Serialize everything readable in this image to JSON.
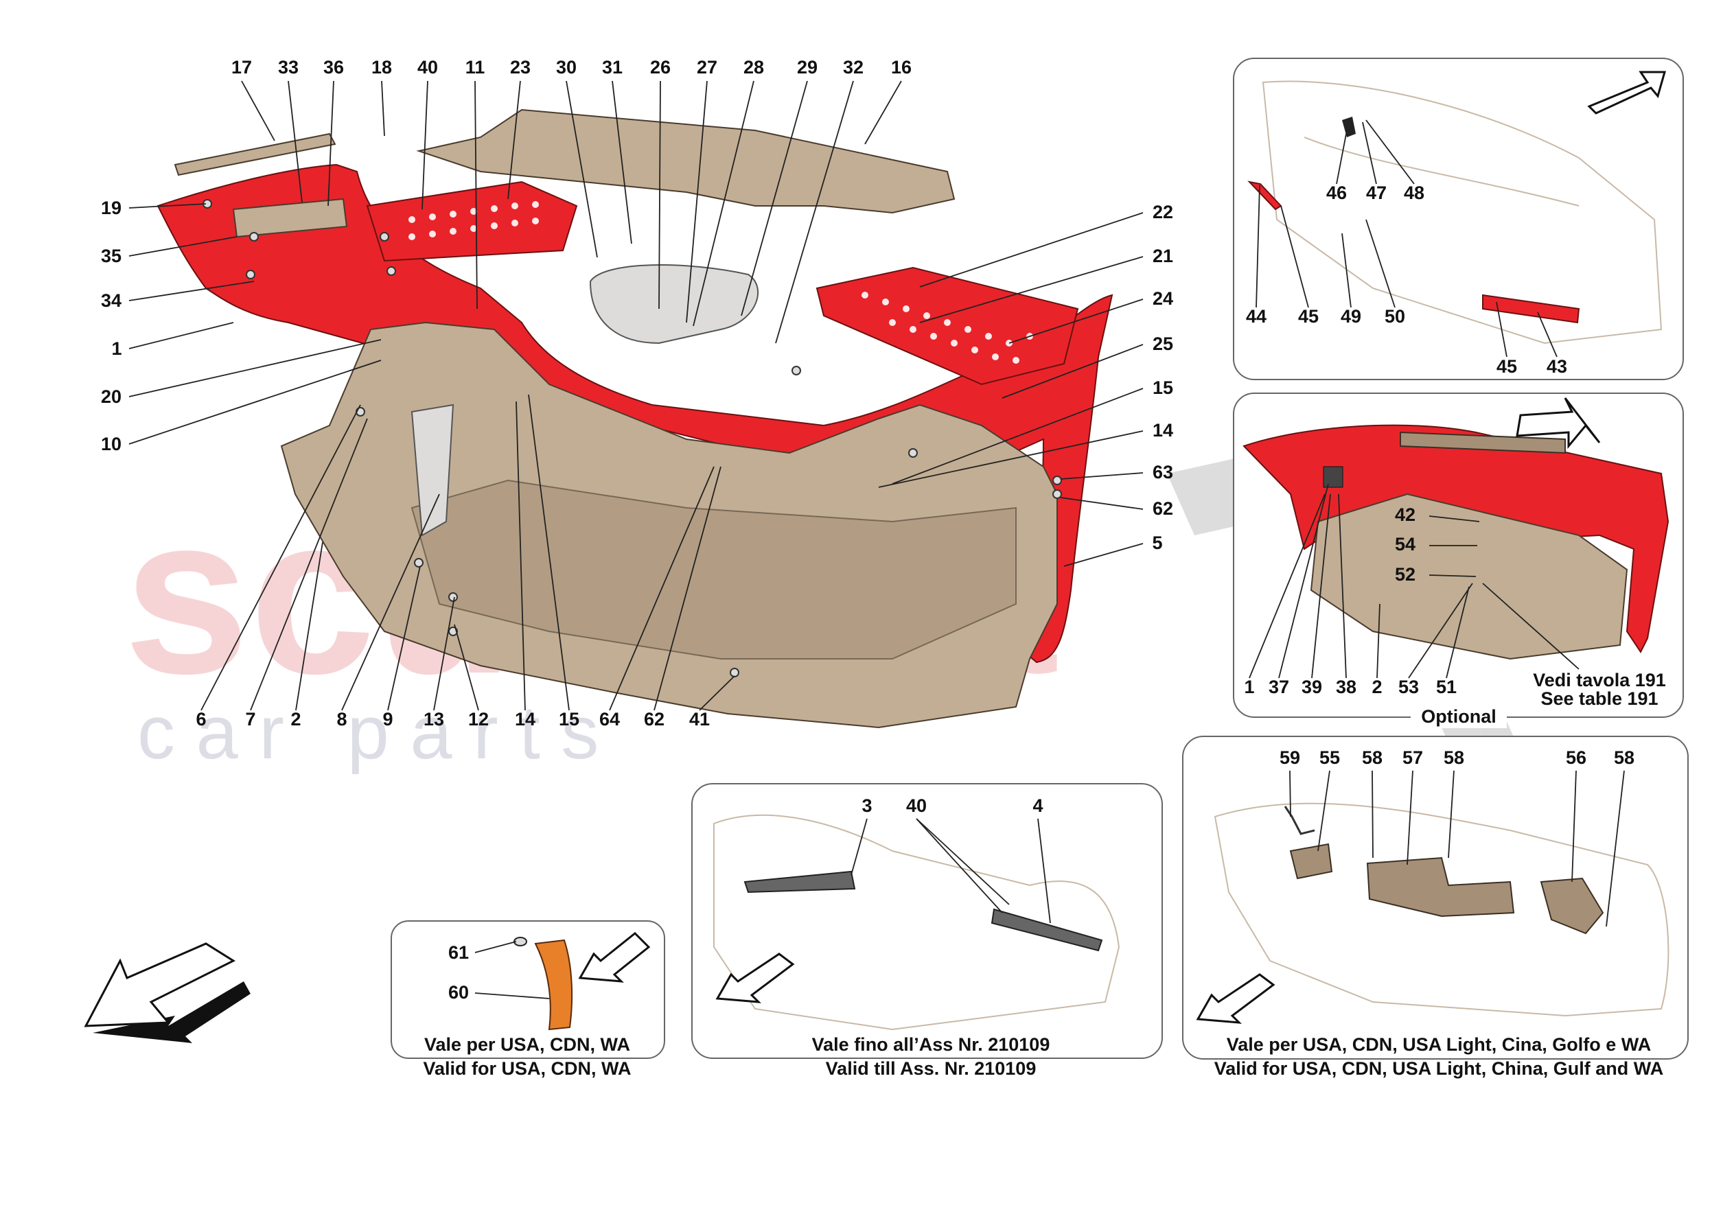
{
  "watermark": {
    "brand": "scuderia",
    "sub": "c a r   p a r t s"
  },
  "main_callouts": {
    "top_row": [
      "17",
      "33",
      "36",
      "18",
      "40",
      "11",
      "23",
      "30",
      "31",
      "26",
      "27",
      "28",
      "29",
      "32",
      "16"
    ],
    "left_col": [
      "19",
      "35",
      "34",
      "1",
      "20",
      "10"
    ],
    "right_col": [
      "22",
      "21",
      "24",
      "25",
      "15",
      "14",
      "63",
      "62",
      "5"
    ],
    "bottom_row": [
      "6",
      "7",
      "2",
      "8",
      "9",
      "13",
      "12",
      "14",
      "15",
      "64",
      "62",
      "41"
    ]
  },
  "inset_top": {
    "callouts": [
      "46",
      "47",
      "48",
      "44",
      "45",
      "49",
      "50",
      "45",
      "43"
    ]
  },
  "inset_mid": {
    "callouts": [
      "42",
      "54",
      "52",
      "1",
      "37",
      "39",
      "38",
      "2",
      "53",
      "51"
    ],
    "note_it": "Vedi tavola 191",
    "note_en": "See table 191",
    "caption": "Optional"
  },
  "inset_usa_small": {
    "callouts": [
      "61",
      "60"
    ],
    "caption_it": "Vale per USA, CDN, WA",
    "caption_en": "Valid for USA, CDN, WA"
  },
  "inset_center": {
    "callouts": [
      "3",
      "40",
      "4"
    ],
    "caption_it": "Vale fino all’Ass Nr. 210109",
    "caption_en": "Valid till Ass. Nr. 210109"
  },
  "inset_right": {
    "callouts": [
      "59",
      "55",
      "58",
      "57",
      "58",
      "56",
      "58"
    ],
    "caption_it": "Vale per USA, CDN, USA Light, Cina, Golfo e WA",
    "caption_en": "Valid for USA, CDN, USA Light, China, Gulf and WA"
  },
  "colors": {
    "bumper_red": "#e8242a",
    "structure_tan": "#c2ae94",
    "watermark_pink": "#f4c6c8",
    "box_border": "#666666"
  }
}
